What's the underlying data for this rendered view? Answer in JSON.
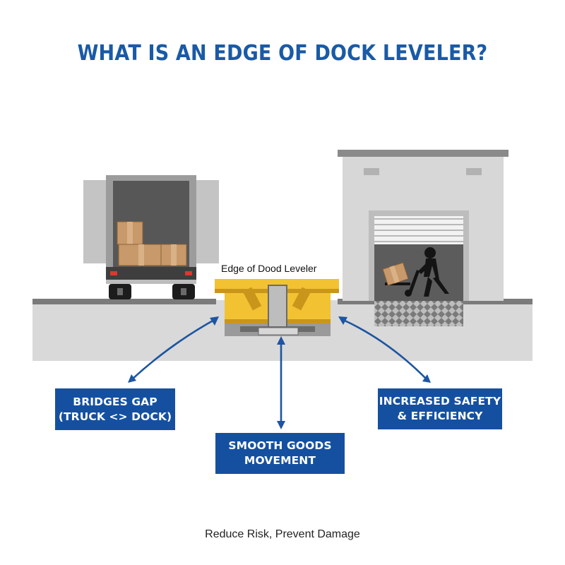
{
  "title": "WHAT IS AN EDGE OF DOCK LEVELER?",
  "leveler_label": "Edge of Dood Leveler",
  "benefits": [
    {
      "lines": [
        "BRIDGES GAP",
        "(TRUCK <> DOCK)"
      ]
    },
    {
      "lines": [
        "SMOOTH GOODS",
        "MOVEMENT"
      ]
    },
    {
      "lines": [
        "INCREASED SAFETY",
        "& EFFICIENCY"
      ]
    }
  ],
  "footer": "Reduce Risk, Prevent Damage",
  "colors": {
    "title": "#1a5aa6",
    "badge": "#1550a0",
    "arrow": "#1d55a0",
    "leveler_yellow": "#f2c233",
    "leveler_dark": "#c9961b",
    "ground": "#d9d9d9",
    "road_top": "#7a7a7a",
    "building": "#d6d6d6",
    "truck_body": "#555555",
    "box": "#c49564"
  },
  "icons": [
    "truck-icon",
    "cardboard-box-icon",
    "warehouse-icon",
    "worker-with-hand-truck-icon",
    "dock-leveler-icon"
  ]
}
